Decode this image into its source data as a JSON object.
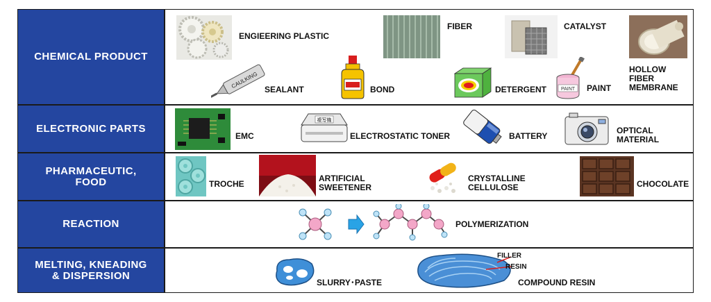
{
  "rows": [
    {
      "category": "CHEMICAL PRODUCT",
      "items": [
        {
          "label": "ENGIEERING PLASTIC",
          "icon": "gears-icon"
        },
        {
          "label": "FIBER",
          "icon": "fiber-spool-icon"
        },
        {
          "label": "CATALYST",
          "icon": "catalyst-honeycomb-icon"
        },
        {
          "label": "HOLLOW FIBER MEMBRANE",
          "icon": "membrane-cartridge-icon"
        },
        {
          "label": "SEALANT",
          "icon": "caulking-tube-icon"
        },
        {
          "label": "BOND",
          "icon": "glue-bottle-icon"
        },
        {
          "label": "DETERGENT",
          "icon": "detergent-box-icon"
        },
        {
          "label": "PAINT",
          "icon": "paint-can-icon"
        }
      ],
      "tube_text": "CAULKING",
      "can_text": "PAINT"
    },
    {
      "category": "ELECTRONIC PARTS",
      "items": [
        {
          "label": "EMC",
          "icon": "circuit-board-icon"
        },
        {
          "label": "ELECTROSTATIC TONER",
          "icon": "copier-icon"
        },
        {
          "label": "BATTERY",
          "icon": "battery-icon"
        },
        {
          "label": "OPTICAL MATERIAL",
          "icon": "camera-icon"
        }
      ],
      "copier_text": "複写機"
    },
    {
      "category": "PHARMACEUTIC, FOOD",
      "items": [
        {
          "label": "TROCHE",
          "icon": "troche-icon"
        },
        {
          "label": "ARTIFICIAL SWEETENER",
          "icon": "sweetener-powder-icon"
        },
        {
          "label": "CRYSTALLINE CELLULOSE",
          "icon": "capsule-icon"
        },
        {
          "label": "CHOCOLATE",
          "icon": "chocolate-icon"
        }
      ]
    },
    {
      "category": "REACTION",
      "items": [
        {
          "label": "POLYMERIZATION",
          "icon": "molecule-icon"
        }
      ]
    },
    {
      "category": "MELTING, KNEADING & DISPERSION",
      "items": [
        {
          "label": "SLURRY･PASTE",
          "icon": "slurry-blob-icon"
        },
        {
          "label": "COMPOUND RESIN",
          "icon": "compound-resin-icon"
        }
      ],
      "annotations": [
        "FILLER",
        "RESIN"
      ]
    }
  ],
  "colors": {
    "category_bg": "#2446a0",
    "category_text": "#ffffff",
    "border": "#1a1a1a"
  }
}
